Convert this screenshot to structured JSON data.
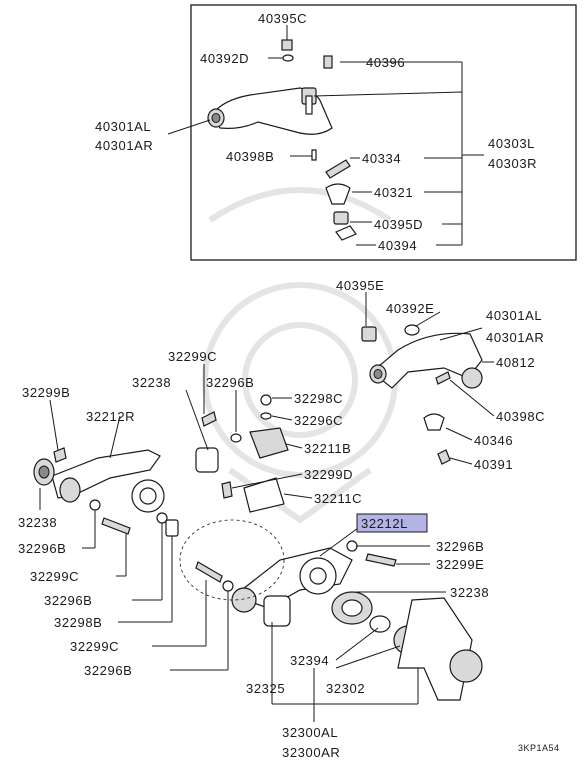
{
  "inset_labels": {
    "p40395C": "40395C",
    "p40392D": "40392D",
    "p40396": "40396",
    "p40301AL": "40301AL",
    "p40301AR": "40301AR",
    "p40303L": "40303L",
    "p40303R": "40303R",
    "p40398B": "40398B",
    "p40334": "40334",
    "p40321": "40321",
    "p40395D": "40395D",
    "p40394": "40394"
  },
  "main_labels": {
    "p40395E": "40395E",
    "p40392E": "40392E",
    "p40301AL": "40301AL",
    "p40301AR": "40301AR",
    "p40812": "40812",
    "p40398C": "40398C",
    "p40346": "40346",
    "p40391": "40391",
    "p32299C_top": "32299C",
    "p32238_top": "32238",
    "p32296B_top": "32296B",
    "p32299B": "32299B",
    "p32212R": "32212R",
    "p32298C": "32298C",
    "p32296C": "32296C",
    "p32211B": "32211B",
    "p32299D": "32299D",
    "p32211C": "32211C",
    "p32212L": "32212L",
    "p32238_left": "32238",
    "p32296B_left": "32296B",
    "p32299C_left": "32299C",
    "p32296B_mid": "32296B",
    "p32298B": "32298B",
    "p32299C_bot": "32299C",
    "p32296B_bot": "32296B",
    "p32296B_right": "32296B",
    "p32299E": "32299E",
    "p32238_right": "32238",
    "p32394": "32394",
    "p32325": "32325",
    "p32302": "32302",
    "p32300AL": "32300AL",
    "p32300AR": "32300AR"
  },
  "reference_code": "3KP1A54",
  "highlight_color": "#b3b3e6"
}
